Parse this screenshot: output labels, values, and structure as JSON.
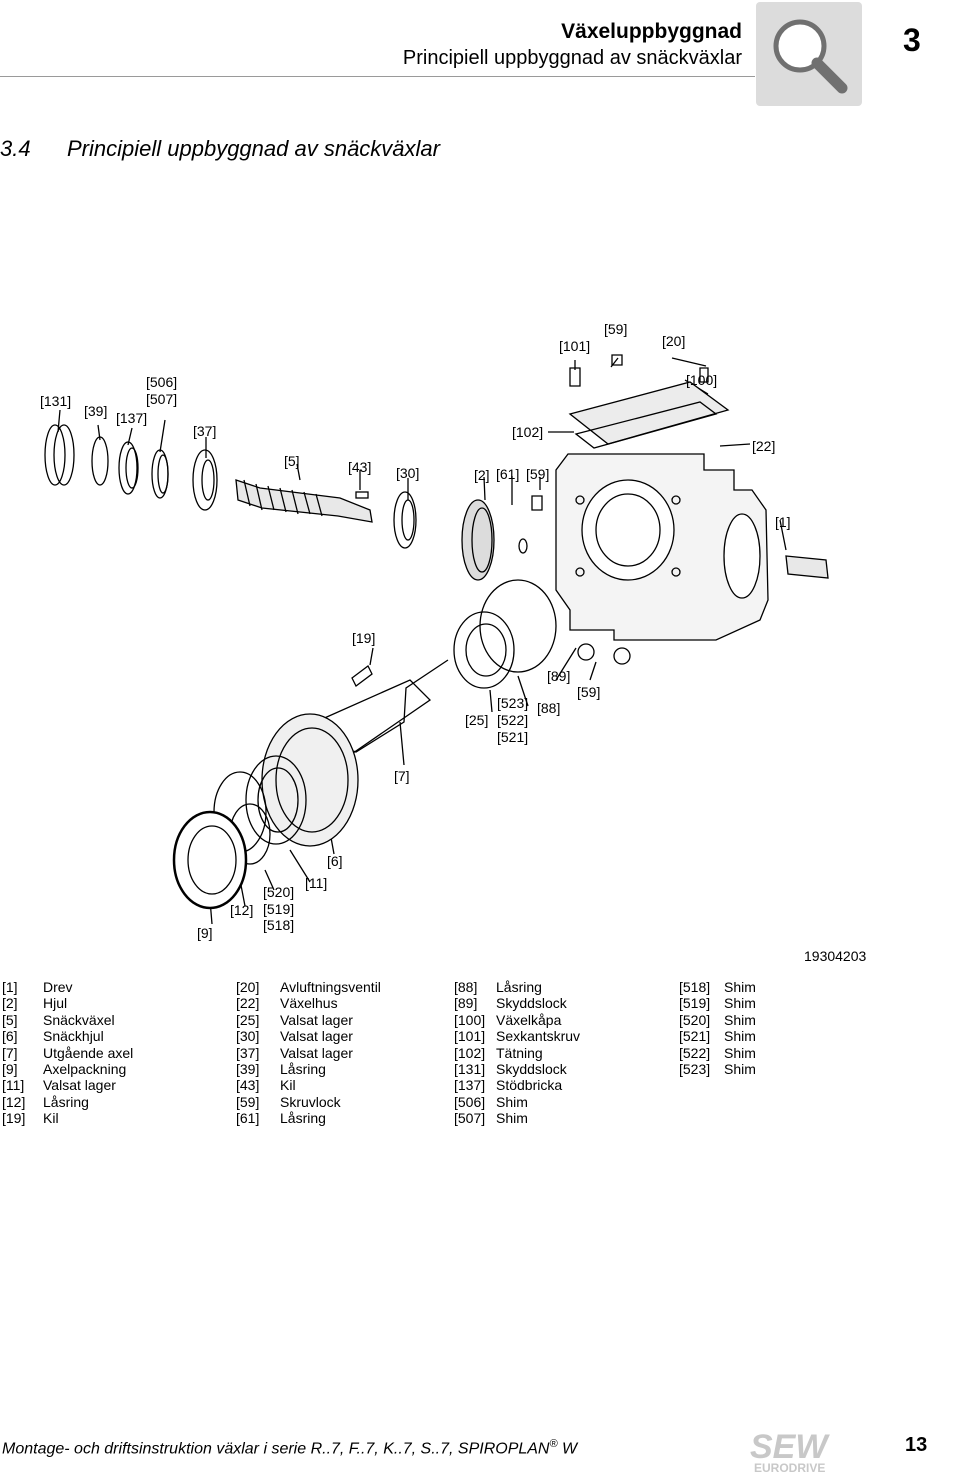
{
  "header": {
    "title": "Växeluppbyggnad",
    "subtitle": "Principiell uppbyggnad av snäckväxlar",
    "chapter": "3"
  },
  "section": {
    "number": "3.4",
    "title": "Principiell uppbyggnad av snäckväxlar"
  },
  "figure": {
    "image_number": "19304203",
    "callouts": [
      "[131]",
      "[39]",
      "[137]",
      "[506]",
      "[507]",
      "[37]",
      "[5]",
      "[43]",
      "[30]",
      "[2]",
      "[61]",
      "[59]",
      "[102]",
      "[101]",
      "[59]",
      "[20]",
      "[100]",
      "[22]",
      "[1]",
      "[19]",
      "[89]",
      "[59]",
      "[523]",
      "[88]",
      "[25]",
      "[522]",
      "[521]",
      "[7]",
      "[6]",
      "[11]",
      "[520]",
      "[12]",
      "[519]",
      "[518]",
      "[9]"
    ]
  },
  "legend": {
    "col1": [
      {
        "key": "[1]",
        "text": "Drev"
      },
      {
        "key": "[2]",
        "text": "Hjul"
      },
      {
        "key": "[5]",
        "text": "Snäckväxel"
      },
      {
        "key": "[6]",
        "text": "Snäckhjul"
      },
      {
        "key": "[7]",
        "text": "Utgående axel"
      },
      {
        "key": "[9]",
        "text": "Axelpackning"
      },
      {
        "key": "[11]",
        "text": "Valsat lager"
      },
      {
        "key": "[12]",
        "text": "Låsring"
      },
      {
        "key": "[19]",
        "text": "Kil"
      }
    ],
    "col2": [
      {
        "key": "[20]",
        "text": "Avluftningsventil"
      },
      {
        "key": "[22]",
        "text": "Växelhus"
      },
      {
        "key": "[25]",
        "text": "Valsat lager"
      },
      {
        "key": "[30]",
        "text": "Valsat lager"
      },
      {
        "key": "[37]",
        "text": "Valsat lager"
      },
      {
        "key": "[39]",
        "text": "Låsring"
      },
      {
        "key": "[43]",
        "text": "Kil"
      },
      {
        "key": "[59]",
        "text": "Skruvlock"
      },
      {
        "key": "[61]",
        "text": "Låsring"
      }
    ],
    "col3": [
      {
        "key": "[88]",
        "text": "Låsring"
      },
      {
        "key": "[89]",
        "text": "Skyddslock"
      },
      {
        "key": "[100]",
        "text": "Växelkåpa"
      },
      {
        "key": "[101]",
        "text": "Sexkantskruv"
      },
      {
        "key": "[102]",
        "text": "Tätning"
      },
      {
        "key": "[131]",
        "text": "Skyddslock"
      },
      {
        "key": "[137]",
        "text": "Stödbricka"
      },
      {
        "key": "[506]",
        "text": "Shim"
      },
      {
        "key": "[507]",
        "text": "Shim"
      }
    ],
    "col4": [
      {
        "key": "[518]",
        "text": "Shim"
      },
      {
        "key": "[519]",
        "text": "Shim"
      },
      {
        "key": "[520]",
        "text": "Shim"
      },
      {
        "key": "[521]",
        "text": "Shim"
      },
      {
        "key": "[522]",
        "text": "Shim"
      },
      {
        "key": "[523]",
        "text": "Shim"
      }
    ]
  },
  "footer": {
    "text_before": "Montage- och driftsinstruktion  växlar i serie R..7, F..7, K..7, S..7, SPIROPLAN",
    "registered": "®",
    "text_after": " W",
    "page_number": "13",
    "logo_text_1": "SEW",
    "logo_text_2": "EURODRIVE"
  },
  "icons": {
    "header_icon": "magnifier-icon"
  },
  "colors": {
    "icon_box": "#dcdcdc",
    "rule": "#9a9a9a",
    "logo": "#c8c8c8"
  }
}
